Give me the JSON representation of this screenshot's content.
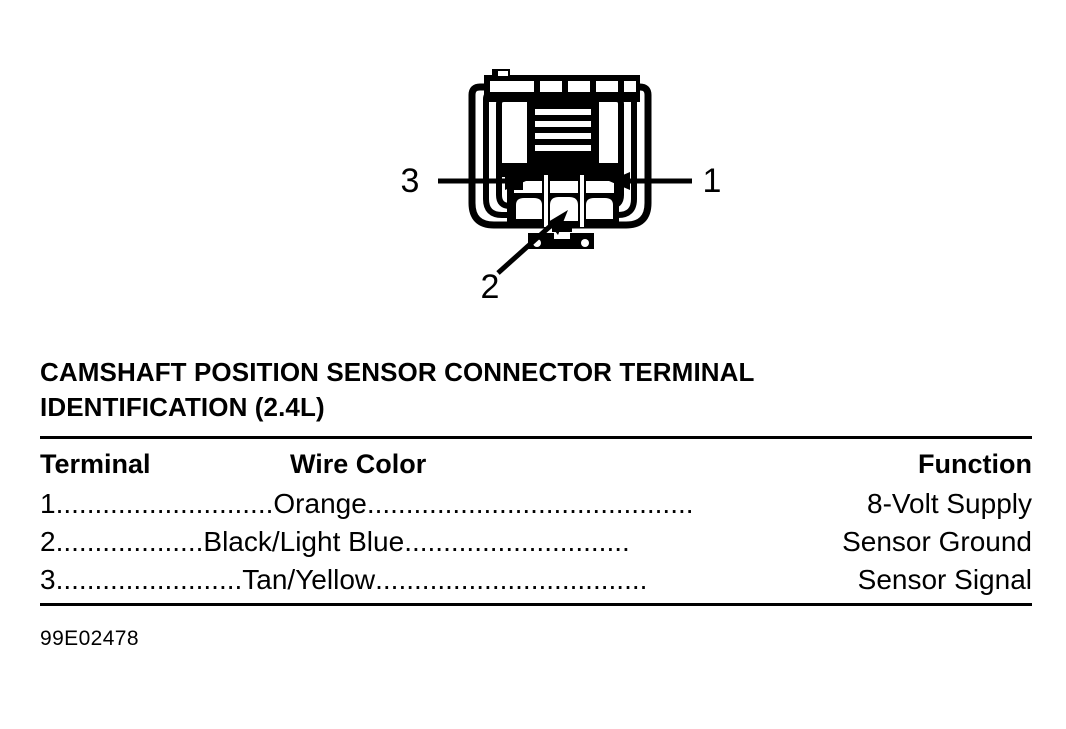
{
  "figure": {
    "name": "camshaft-position-sensor-connector",
    "callouts": [
      {
        "id": "callout-1",
        "label": "1",
        "direction": "left",
        "terminal": 1
      },
      {
        "id": "callout-2",
        "label": "2",
        "direction": "up-right",
        "terminal": 2
      },
      {
        "id": "callout-3",
        "label": "3",
        "direction": "right",
        "terminal": 3
      }
    ],
    "terminal_cavity_count": 3
  },
  "caption": {
    "line1": "CAMSHAFT POSITION SENSOR CONNECTOR TERMINAL",
    "line2": "IDENTIFICATION (2.4L)"
  },
  "table": {
    "headers": {
      "terminal": "Terminal",
      "wire_color": "Wire Color",
      "function": "Function"
    },
    "rows": [
      {
        "terminal": "1",
        "dots_left": "............................",
        "wire_color": "Orange",
        "dots_right": "..........................................",
        "function": "8-Volt Supply"
      },
      {
        "terminal": "2",
        "dots_left": "...................",
        "wire_color": "Black/Light Blue",
        "dots_right": ".............................",
        "function": "Sensor Ground"
      },
      {
        "terminal": "3",
        "dots_left": "........................",
        "wire_color": "Tan/Yellow",
        "dots_right": "...................................",
        "function": "Sensor Signal"
      }
    ]
  },
  "footer": {
    "figure_code": "99E02478"
  },
  "colors": {
    "ink": "#000000",
    "paper": "#ffffff"
  }
}
